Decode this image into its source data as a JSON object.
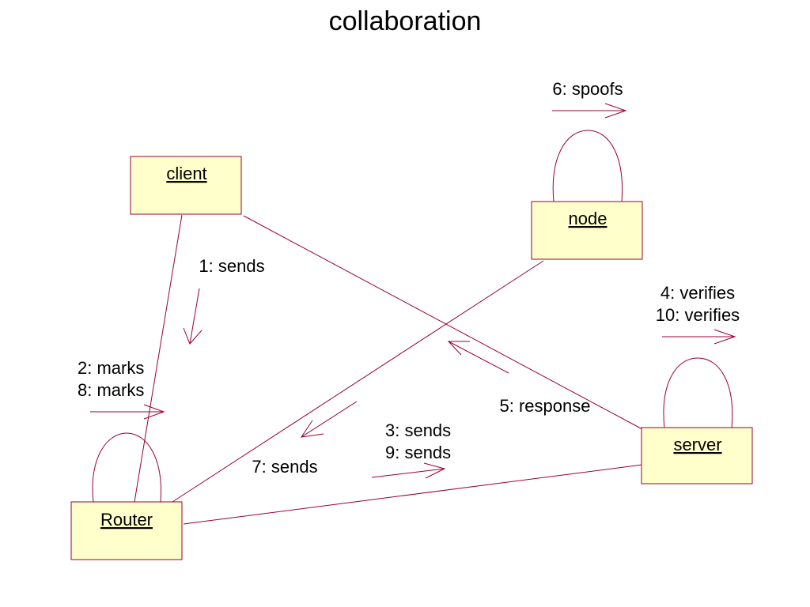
{
  "title": "collaboration",
  "colors": {
    "line": "#990033",
    "box_fill": "#FFFFCC",
    "box_border": "#990033",
    "text": "#000000"
  },
  "objects": {
    "client": "client",
    "node": "node",
    "server": "server",
    "router": "Router"
  },
  "messages": {
    "m1": "1: sends",
    "m2a": "2: marks",
    "m2b": "8: marks",
    "m3a": "3: sends",
    "m3b": "9: sends",
    "m4a": "4: verifies",
    "m4b": "10: verifies",
    "m5": "5: response",
    "m6": "6: spoofs",
    "m7": "7: sends"
  }
}
